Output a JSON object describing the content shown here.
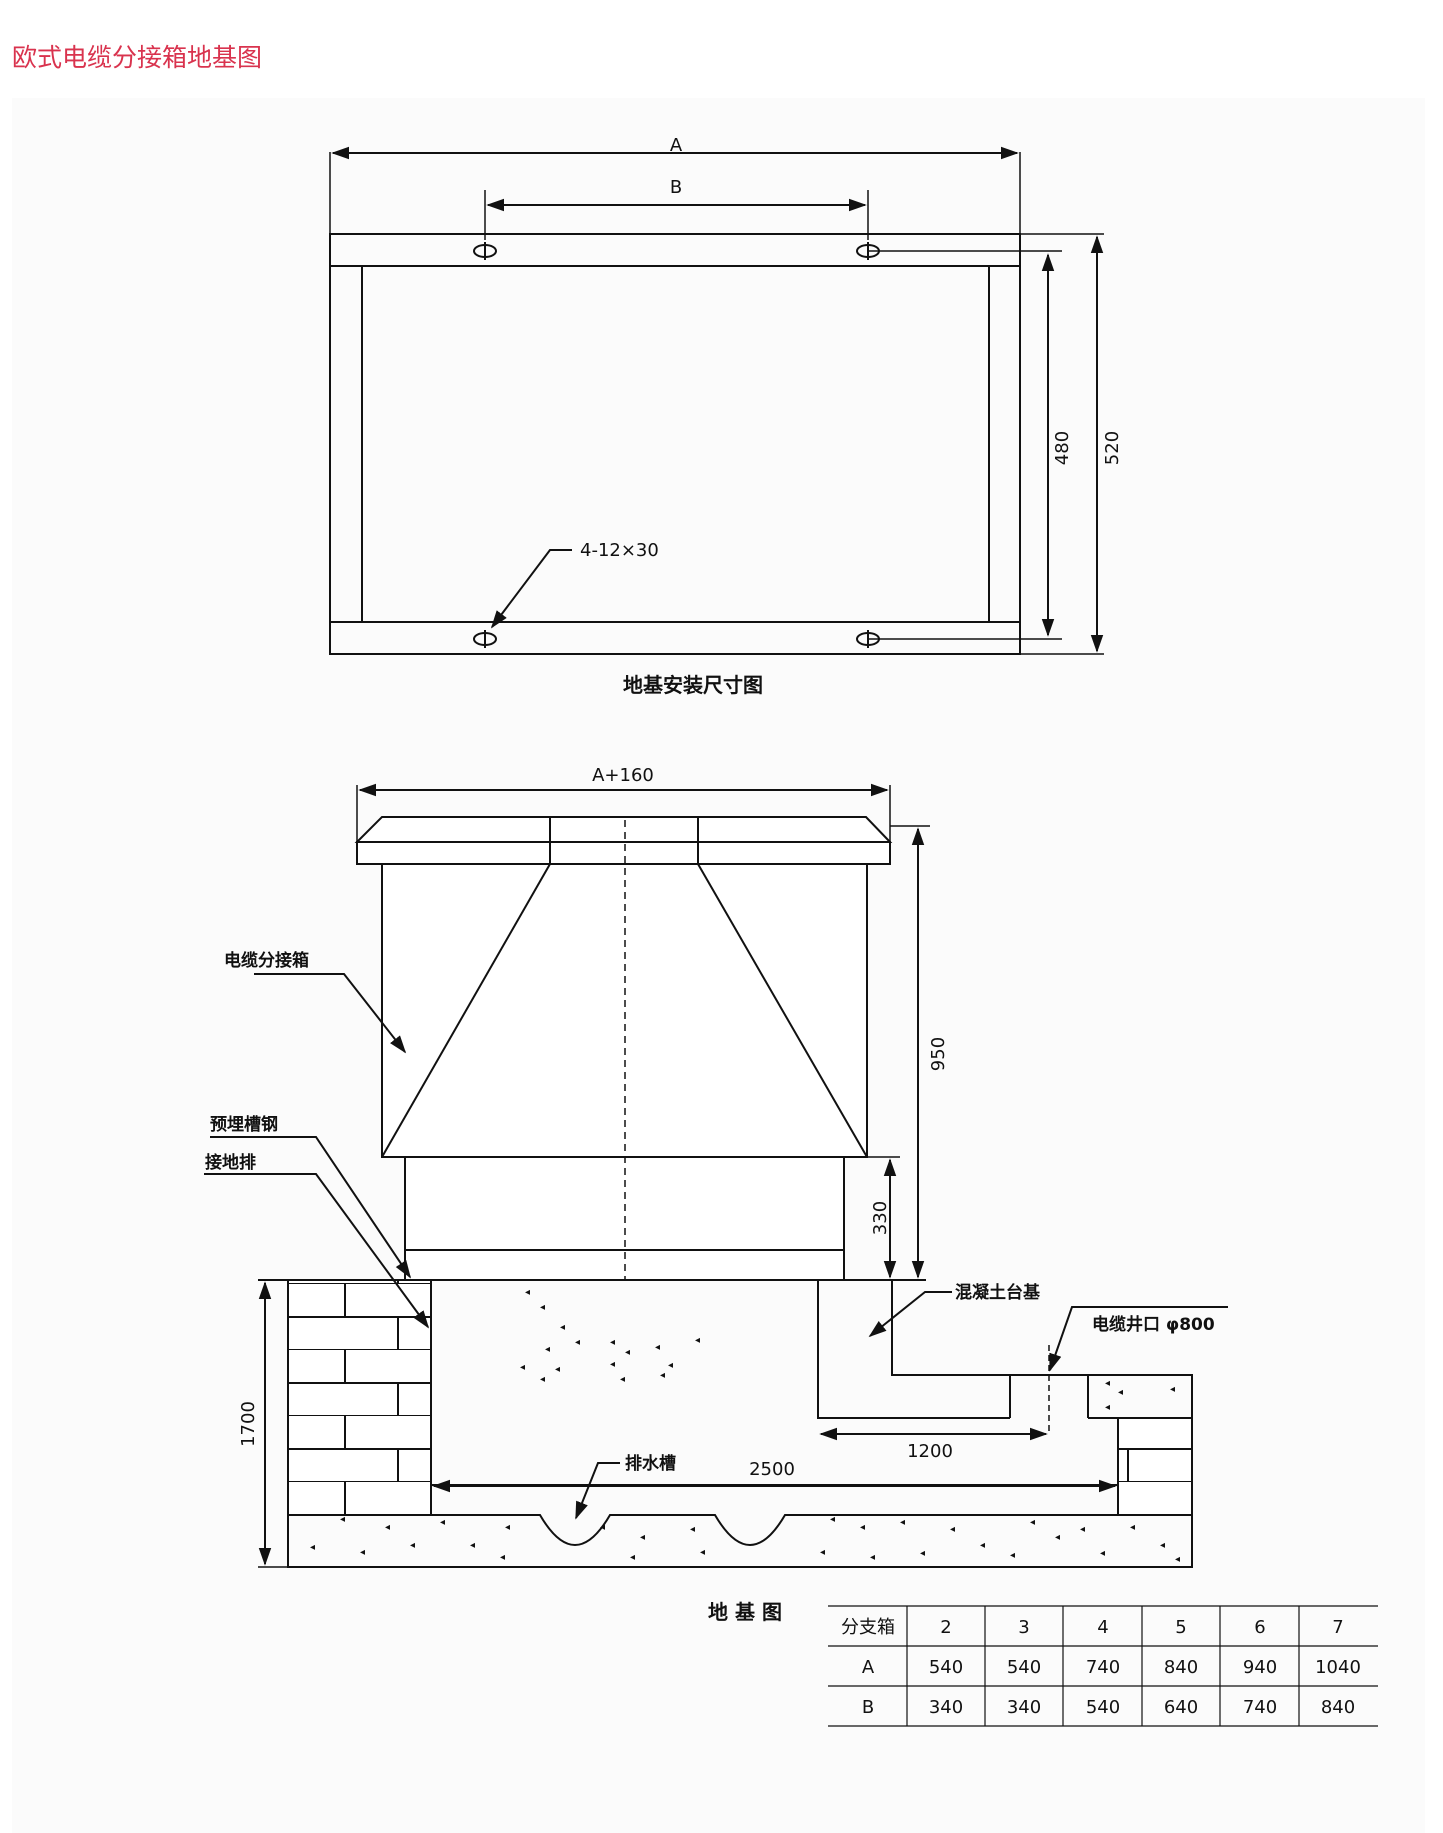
{
  "page": {
    "title": "欧式电缆分接箱地基图"
  },
  "plan_view": {
    "dim_a": "A",
    "dim_b": "B",
    "dim_480": "480",
    "dim_520": "520",
    "hole_label": "4-12×30",
    "caption": "地基安装尺寸图"
  },
  "section_view": {
    "dim_a160": "A+160",
    "dim_950": "950",
    "dim_330": "330",
    "dim_1700": "1700",
    "dim_1200": "1200",
    "dim_2500": "2500",
    "label_box": "电缆分接箱",
    "label_channel": "预埋槽钢",
    "label_ground": "接地排",
    "label_concrete": "混凝土台基",
    "label_well": "电缆井口 φ800",
    "label_drain": "排水槽",
    "caption": "地 基 图"
  },
  "table": {
    "header": [
      "分支箱",
      "2",
      "3",
      "4",
      "5",
      "6",
      "7"
    ],
    "rows": [
      [
        "A",
        "540",
        "540",
        "740",
        "840",
        "940",
        "1040"
      ],
      [
        "B",
        "340",
        "340",
        "540",
        "640",
        "740",
        "840"
      ]
    ]
  }
}
